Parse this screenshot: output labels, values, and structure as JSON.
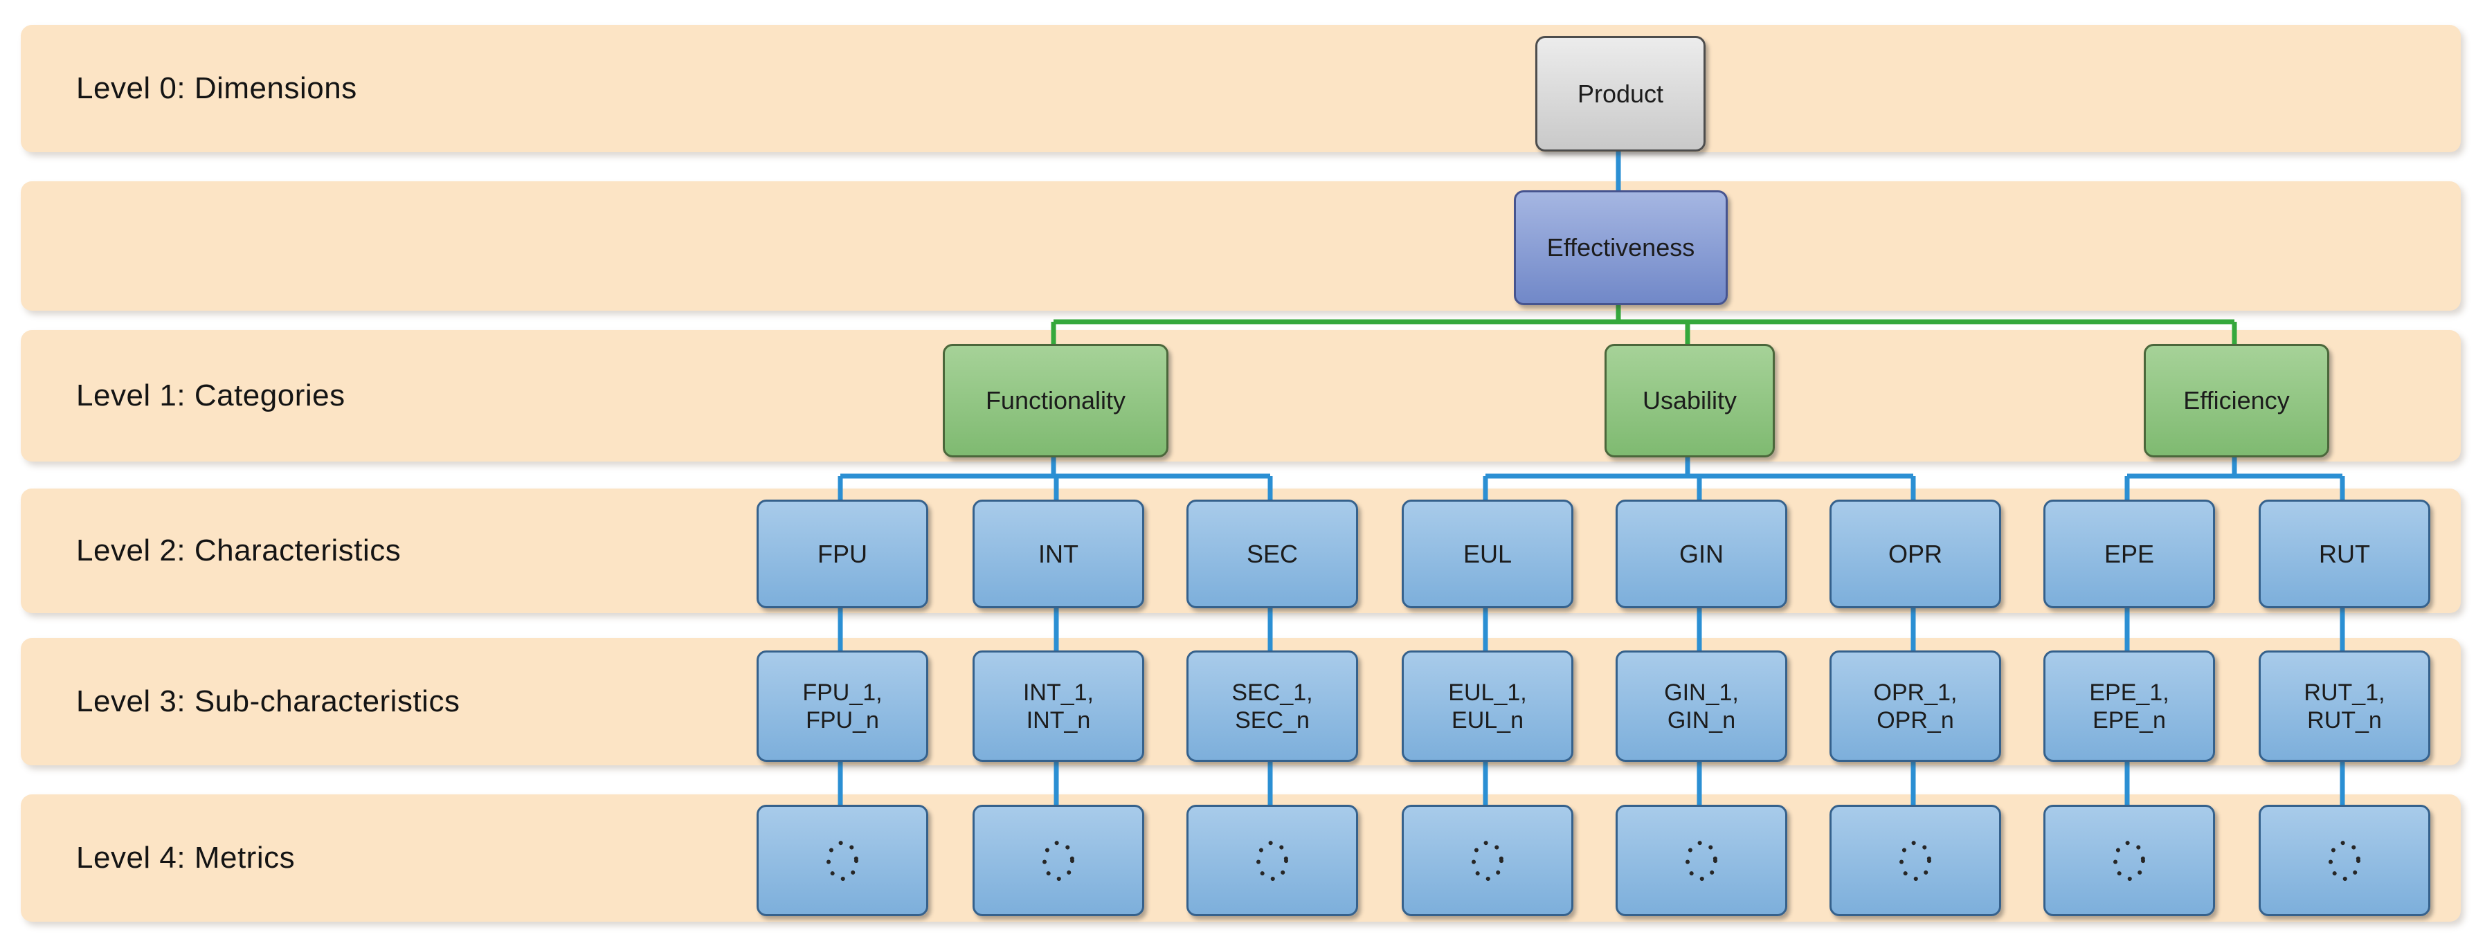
{
  "figure": {
    "description": "Hierarchical quality model tree with level bands"
  },
  "bands": [
    {
      "label": "Level 0: Dimensions"
    },
    {
      "label": ""
    },
    {
      "label": "Level 1: Categories"
    },
    {
      "label": "Level 2: Characteristics"
    },
    {
      "label": "Level 3: Sub-characteristics"
    },
    {
      "label": "Level 4: Metrics"
    }
  ],
  "tree": {
    "root": "Product",
    "dimension": "Effectiveness",
    "categories": [
      {
        "label": "Functionality"
      },
      {
        "label": "Usability"
      },
      {
        "label": "Efficiency"
      }
    ],
    "characteristics": [
      {
        "code": "FPU",
        "sub_line1": "FPU_1,",
        "sub_line2": "FPU_n",
        "metric": "dotted-circle-placeholder"
      },
      {
        "code": "INT",
        "sub_line1": "INT_1,",
        "sub_line2": "INT_n",
        "metric": "dotted-circle-placeholder"
      },
      {
        "code": "SEC",
        "sub_line1": "SEC_1,",
        "sub_line2": "SEC_n",
        "metric": "dotted-circle-placeholder"
      },
      {
        "code": "EUL",
        "sub_line1": "EUL_1,",
        "sub_line2": "EUL_n",
        "metric": "dotted-circle-placeholder"
      },
      {
        "code": "GIN",
        "sub_line1": "GIN_1,",
        "sub_line2": "GIN_n",
        "metric": "dotted-circle-placeholder"
      },
      {
        "code": "OPR",
        "sub_line1": "OPR_1,",
        "sub_line2": "OPR_n",
        "metric": "dotted-circle-placeholder"
      },
      {
        "code": "EPE",
        "sub_line1": "EPE_1,",
        "sub_line2": "EPE_n",
        "metric": "dotted-circle-placeholder"
      },
      {
        "code": "RUT",
        "sub_line1": "RUT_1,",
        "sub_line2": "RUT_n",
        "metric": "dotted-circle-placeholder"
      }
    ]
  },
  "colors": {
    "band_background": "#FCE4C5",
    "root_fill": "#D9D9D9",
    "dimension_fill": "#8097CF",
    "category_fill": "#8FC482",
    "characteristic_fill": "#8FBCE3",
    "connector_green": "#35A83C",
    "connector_blue": "#2B8FD3"
  }
}
